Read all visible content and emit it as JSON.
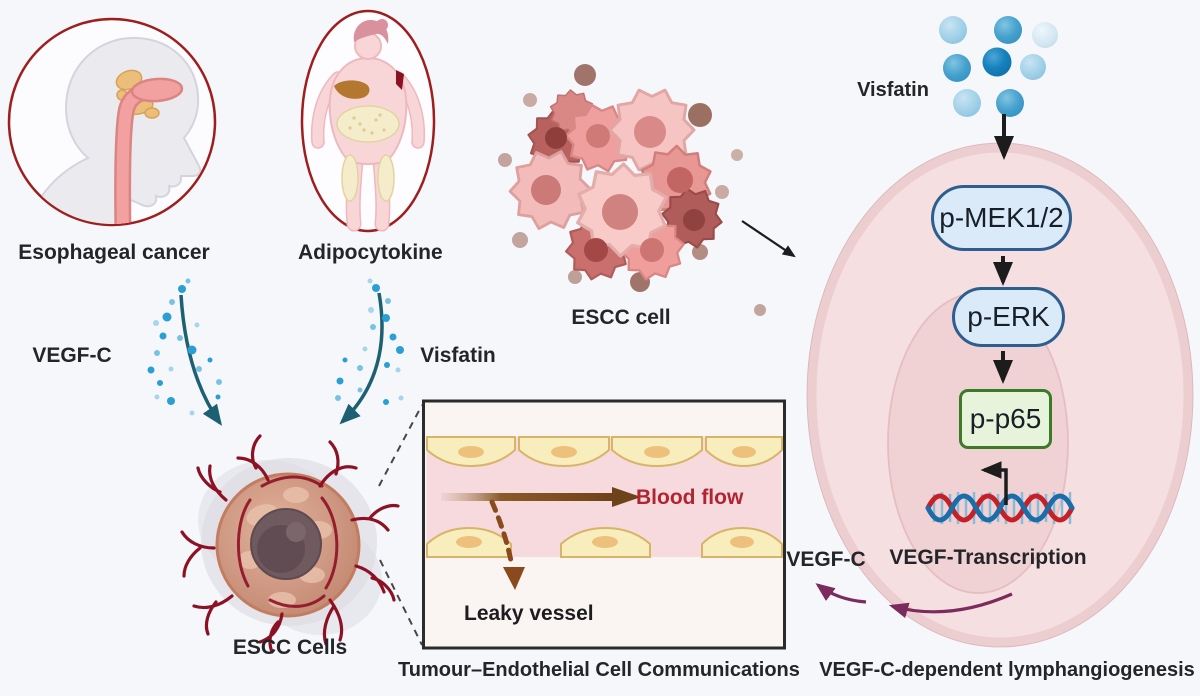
{
  "diagram": {
    "panels": {
      "esophageal_cancer": {
        "label": "Esophageal cancer"
      },
      "adipocytokine": {
        "label": "Adipocytokine"
      },
      "escc_cell_cluster": {
        "label": "ESCC cell"
      },
      "visfatin_source": {
        "label": "Visfatin"
      },
      "secretion": {
        "vegf_c_label": "VEGF-C",
        "visfatin_label": "Visfatin"
      },
      "tumor": {
        "label": "ESCC Cells"
      },
      "vessel_box": {
        "blood_flow": "Blood flow",
        "leaky_vessel": "Leaky vessel",
        "caption": "Tumour–Endothelial Cell Communications"
      },
      "cell_pathway": {
        "nodes": [
          {
            "label": "p-MEK1/2"
          },
          {
            "label": "p-ERK"
          },
          {
            "label": "p-p65"
          }
        ],
        "vegf_c_label": "VEGF-C",
        "transcription_label": "VEGF-Transcription",
        "caption": "VEGF-C-dependent lymphangiogenesis"
      }
    },
    "colors": {
      "background": "#f5f7fa",
      "outline_red": "#9e1d1d",
      "cell_fill": "#f6dfe1",
      "nucleus_fill": "#f1d2d4",
      "kinase_fill": "#daeaf8",
      "kinase_border": "#2d5e8e",
      "p65_fill": "#e7f3da",
      "p65_border": "#3a7b27",
      "teal_arrow": "#1e6073",
      "purple_arrow": "#7c2b5e",
      "blood_flow_text": "#b12531",
      "blood_flow_arrow": "#6f431a",
      "dna_red": "#c42026",
      "dna_blue": "#1c6ca8",
      "visfatin_blue": "#2196cd",
      "vessel_cell_fill": "#f8edbc"
    }
  }
}
